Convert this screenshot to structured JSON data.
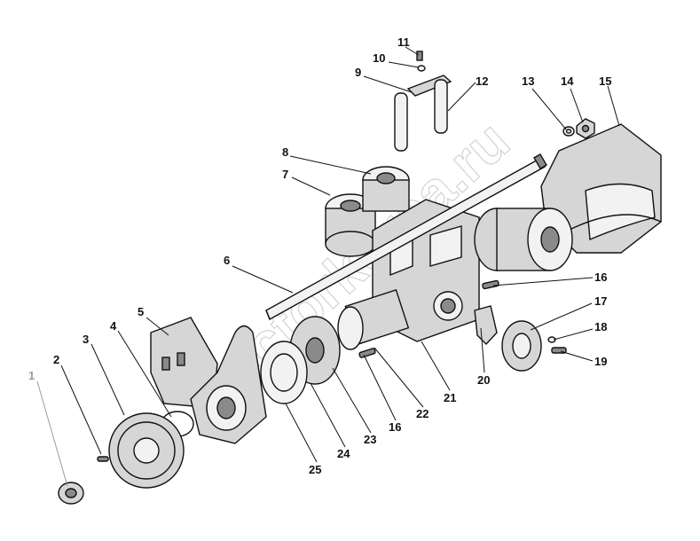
{
  "watermark": "tractorkorea.ru",
  "callouts": [
    {
      "id": "1",
      "text": "1",
      "faded": true
    },
    {
      "id": "2",
      "text": "2"
    },
    {
      "id": "3",
      "text": "3"
    },
    {
      "id": "4",
      "text": "4"
    },
    {
      "id": "5",
      "text": "5"
    },
    {
      "id": "6",
      "text": "6"
    },
    {
      "id": "7",
      "text": "7"
    },
    {
      "id": "8",
      "text": "8"
    },
    {
      "id": "9",
      "text": "9"
    },
    {
      "id": "10",
      "text": "10"
    },
    {
      "id": "11",
      "text": "11"
    },
    {
      "id": "12",
      "text": "12"
    },
    {
      "id": "13",
      "text": "13"
    },
    {
      "id": "14",
      "text": "14"
    },
    {
      "id": "15",
      "text": "15"
    },
    {
      "id": "16a",
      "text": "16"
    },
    {
      "id": "16b",
      "text": "16"
    },
    {
      "id": "17",
      "text": "17"
    },
    {
      "id": "18",
      "text": "18"
    },
    {
      "id": "19",
      "text": "19"
    },
    {
      "id": "20",
      "text": "20"
    },
    {
      "id": "21",
      "text": "21"
    },
    {
      "id": "22",
      "text": "22"
    },
    {
      "id": "23",
      "text": "23"
    },
    {
      "id": "24",
      "text": "24"
    },
    {
      "id": "25",
      "text": "25"
    }
  ]
}
